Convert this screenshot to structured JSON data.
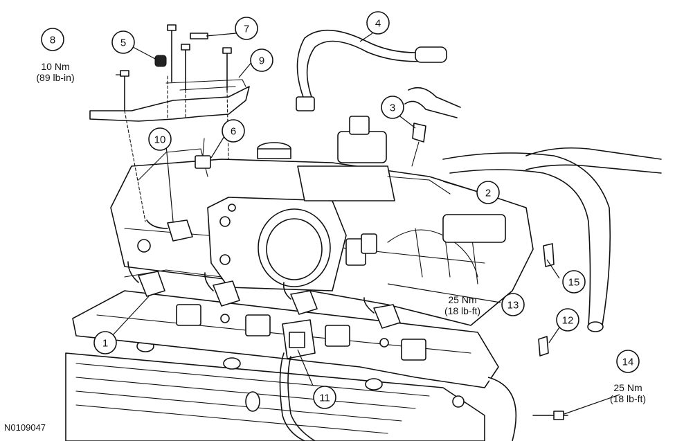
{
  "figure_id": "N0109047",
  "callouts": [
    "1",
    "2",
    "3",
    "4",
    "5",
    "6",
    "7",
    "8",
    "9",
    "10",
    "11",
    "12",
    "13",
    "14",
    "15"
  ],
  "torques": {
    "t8": {
      "nm": "10 Nm",
      "imperial": "(89 lb-in)"
    },
    "t13": {
      "nm": "25 Nm",
      "imperial": "(18 lb-ft)"
    },
    "t14": {
      "nm": "25 Nm",
      "imperial": "(18 lb-ft)"
    }
  }
}
